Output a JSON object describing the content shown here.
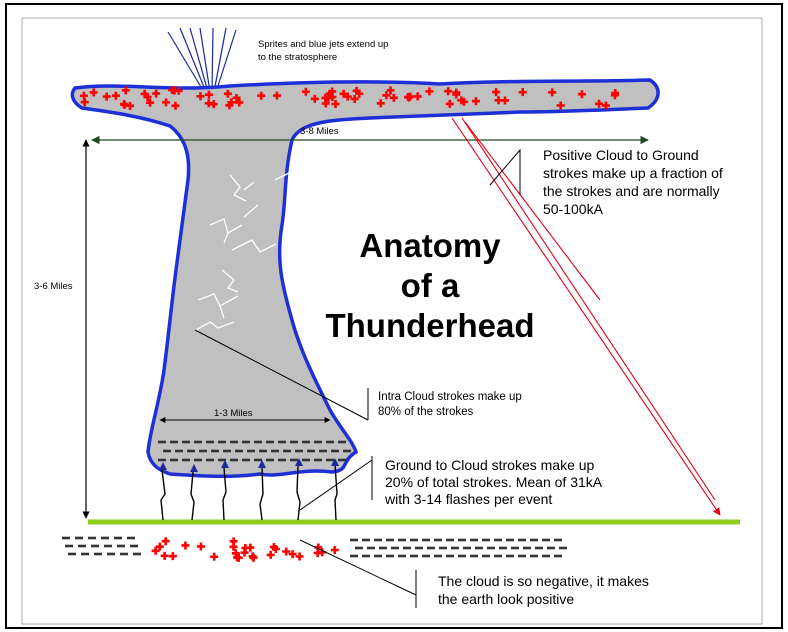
{
  "diagram": {
    "title_lines": [
      "Anatomy",
      "of a",
      "Thunderhead"
    ],
    "labels": {
      "sprites": [
        "Sprites and blue jets extend up",
        "to the stratosphere"
      ],
      "top_width": "3-8 Miles",
      "height": "3-6 Miles",
      "base_width": "1-3 Miles"
    },
    "annotations": {
      "positive_cg": [
        "Positive Cloud to Ground",
        "strokes make up a fraction of",
        "the strokes and are normally",
        "50-100kA"
      ],
      "intra_cloud": [
        "Intra Cloud strokes make up",
        "80% of the strokes"
      ],
      "ground_to_cloud": [
        "Ground to Cloud strokes make up",
        "20% of total strokes. Mean of 31kA",
        "with 3-14 flashes per event"
      ],
      "earth": [
        "The cloud is so negative, it makes",
        "the earth look positive"
      ]
    },
    "colors": {
      "cloud_fill": "#c0c0c0",
      "cloud_outline": "#1d2fd6",
      "positive_charge": "#ff0000",
      "negative_charge": "#333333",
      "ground": "#8ccc1c",
      "lightning": "#e0001a"
    }
  }
}
